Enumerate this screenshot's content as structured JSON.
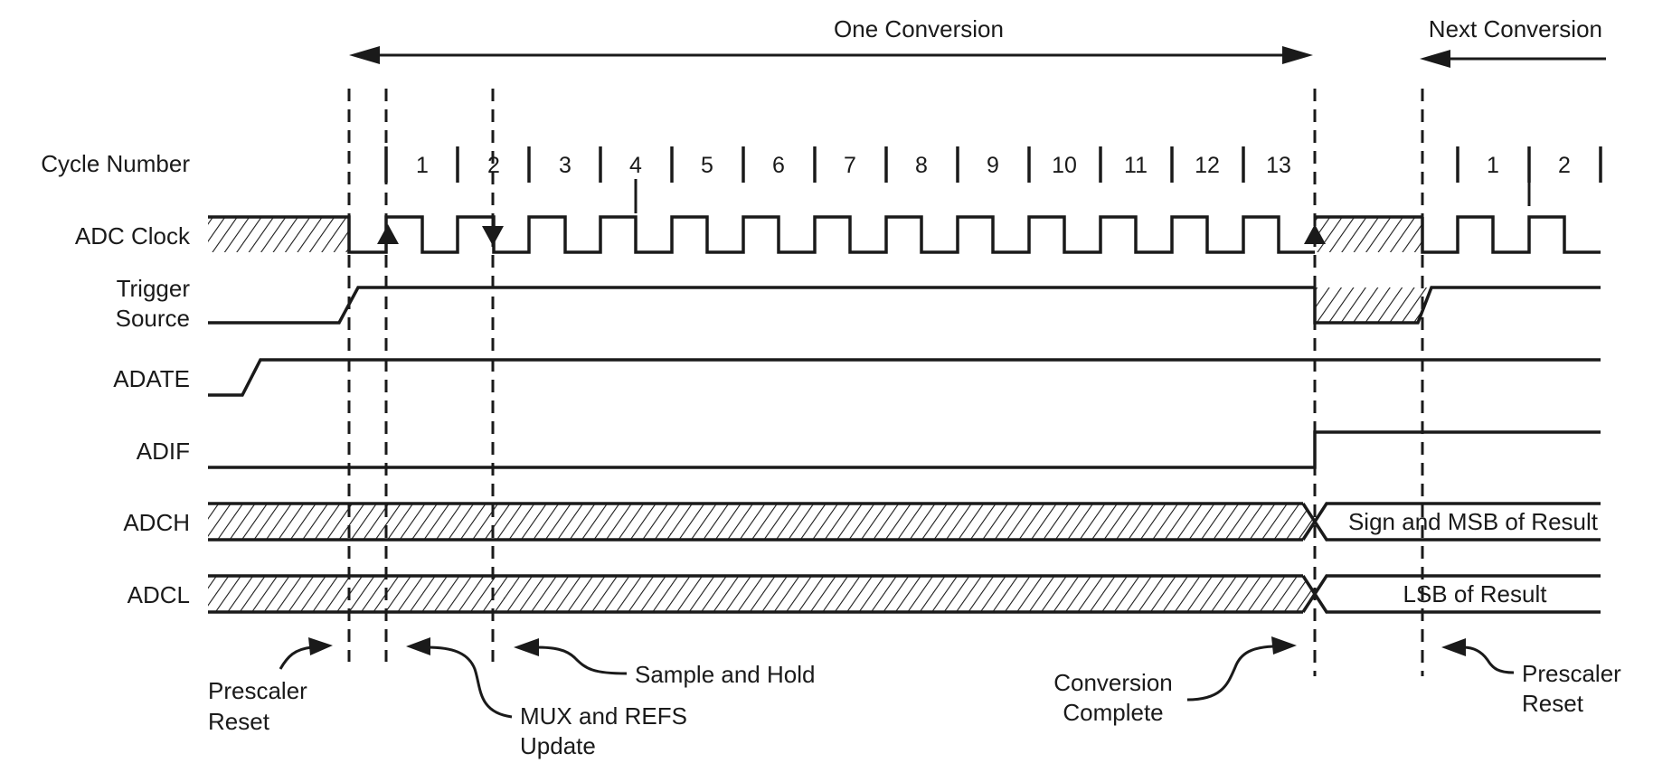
{
  "header": {
    "one_conversion": "One Conversion",
    "next_conversion": "Next Conversion"
  },
  "signals": {
    "cycle_number": "Cycle Number",
    "adc_clock": "ADC Clock",
    "trigger_source_line1": "Trigger",
    "trigger_source_line2": "Source",
    "adate": "ADATE",
    "adif": "ADIF",
    "adch": "ADCH",
    "adcl": "ADCL"
  },
  "cycles": [
    "1",
    "2",
    "3",
    "4",
    "5",
    "6",
    "7",
    "8",
    "9",
    "10",
    "11",
    "12",
    "13"
  ],
  "next_cycles": [
    "1",
    "2"
  ],
  "bus_values": {
    "adch_result": "Sign and MSB of Result",
    "adcl_result": "LSB of Result"
  },
  "annotations": {
    "prescaler_reset_1": {
      "line1": "Prescaler",
      "line2": "Reset"
    },
    "mux_refs": {
      "line1": "MUX and REFS",
      "line2": "Update"
    },
    "sample_hold": "Sample and Hold",
    "conversion_complete": {
      "line1": "Conversion",
      "line2": "Complete"
    },
    "prescaler_reset_2": {
      "line1": "Prescaler",
      "line2": "Reset"
    }
  }
}
